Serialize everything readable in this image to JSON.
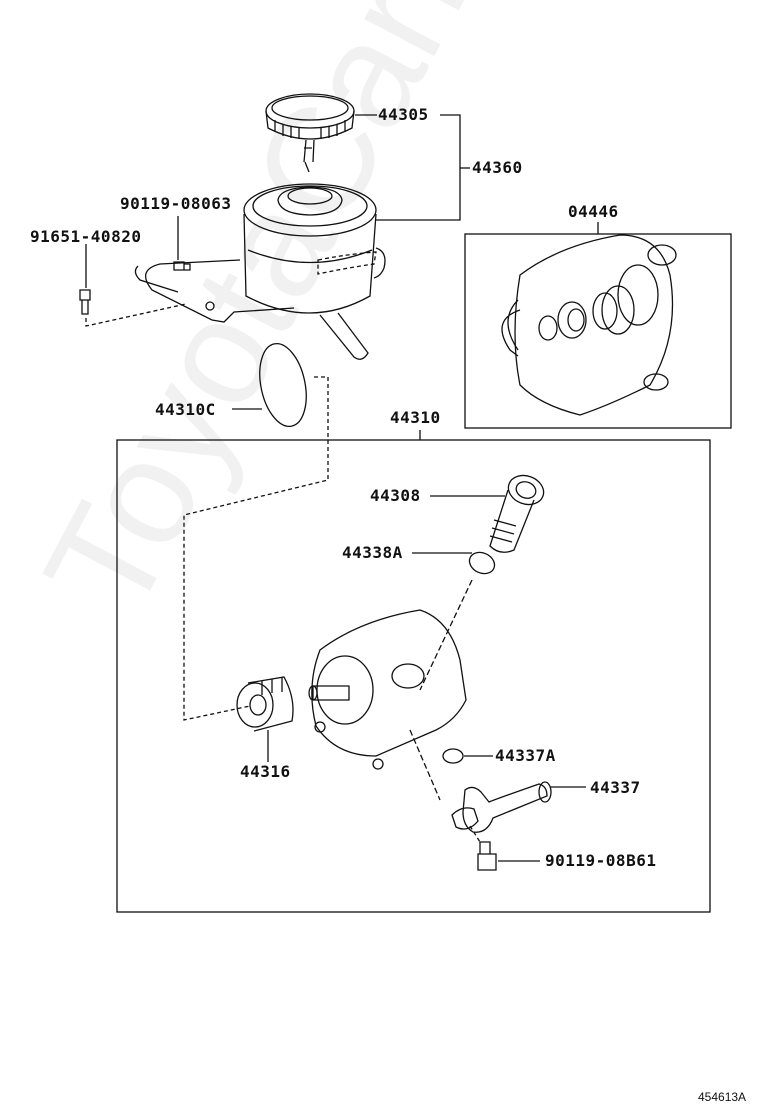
{
  "diagram": {
    "type": "exploded parts diagram",
    "subject": "power steering vane pump and reservoir",
    "watermark": "ToyotaCarMine.ru",
    "reference_code": "454613A",
    "parts": [
      {
        "id": "p44305",
        "number": "44305",
        "desc": "reservoir cap"
      },
      {
        "id": "p44360",
        "number": "44360",
        "desc": "reservoir assembly"
      },
      {
        "id": "p9011908063",
        "number": "90119-08063",
        "desc": "bolt"
      },
      {
        "id": "p9165140820",
        "number": "91651-40820",
        "desc": "bolt"
      },
      {
        "id": "p04446",
        "number": "04446",
        "desc": "gasket kit"
      },
      {
        "id": "p44310C",
        "number": "44310C",
        "desc": "o-ring"
      },
      {
        "id": "p44310",
        "number": "44310",
        "desc": "vane pump assembly"
      },
      {
        "id": "p44308",
        "number": "44308",
        "desc": "union"
      },
      {
        "id": "p44338A",
        "number": "44338A",
        "desc": "o-ring"
      },
      {
        "id": "p44316",
        "number": "44316",
        "desc": "pulley"
      },
      {
        "id": "p44337A",
        "number": "44337A",
        "desc": "o-ring"
      },
      {
        "id": "p44337",
        "number": "44337",
        "desc": "pipe"
      },
      {
        "id": "p9011908B61",
        "number": "90119-08B61",
        "desc": "bolt"
      }
    ],
    "labels": {
      "l44305": "44305",
      "l44360": "44360",
      "l9011908063": "90119-08063",
      "l9165140820": "91651-40820",
      "l04446": "04446",
      "l44310C": "44310C",
      "l44310": "44310",
      "l44308": "44308",
      "l44338A": "44338A",
      "l44316": "44316",
      "l44337A": "44337A",
      "l44337": "44337",
      "l9011908B61": "90119-08B61"
    },
    "colors": {
      "line": "#111111",
      "background": "#ffffff",
      "watermark": "#f0f0f0"
    }
  }
}
